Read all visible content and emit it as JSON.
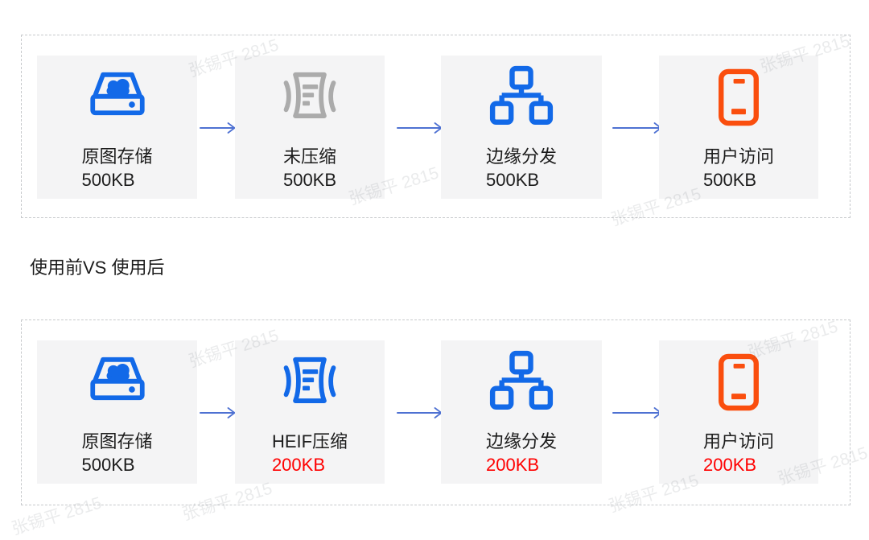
{
  "title": "使用前VS 使用后",
  "watermark_text": "张锡平 2815",
  "colors": {
    "brand_blue": "#1269E8",
    "inactive_gray": "#ABABAB",
    "accent_orange": "#FA4E0E",
    "highlight_red": "#FF0000",
    "text_black": "#1C1C1C",
    "arrow_blue": "#4E71D2",
    "box_background": "#F4F4F5"
  },
  "flows": [
    {
      "name": "before",
      "steps": [
        {
          "icon": "cloud-storage-icon",
          "icon_color": "#1269E8",
          "label": "原图存储",
          "value": "500KB",
          "value_color": "#1C1C1C"
        },
        {
          "icon": "compress-icon",
          "icon_color": "#ABABAB",
          "label": "未压缩",
          "value": "500KB",
          "value_color": "#1C1C1C"
        },
        {
          "icon": "edge-network-icon",
          "icon_color": "#1269E8",
          "label": "边缘分发",
          "value": "500KB",
          "value_color": "#1C1C1C"
        },
        {
          "icon": "phone-icon",
          "icon_color": "#FA4E0E",
          "label": "用户访问",
          "value": "500KB",
          "value_color": "#1C1C1C"
        }
      ]
    },
    {
      "name": "after",
      "steps": [
        {
          "icon": "cloud-storage-icon",
          "icon_color": "#1269E8",
          "label": "原图存储",
          "value": "500KB",
          "value_color": "#1C1C1C"
        },
        {
          "icon": "compress-icon",
          "icon_color": "#1269E8",
          "label": "HEIF压缩",
          "value": "200KB",
          "value_color": "#FF0000"
        },
        {
          "icon": "edge-network-icon",
          "icon_color": "#1269E8",
          "label": "边缘分发",
          "value": "200KB",
          "value_color": "#FF0000"
        },
        {
          "icon": "phone-icon",
          "icon_color": "#FA4E0E",
          "label": "用户访问",
          "value": "200KB",
          "value_color": "#FF0000"
        }
      ]
    }
  ]
}
